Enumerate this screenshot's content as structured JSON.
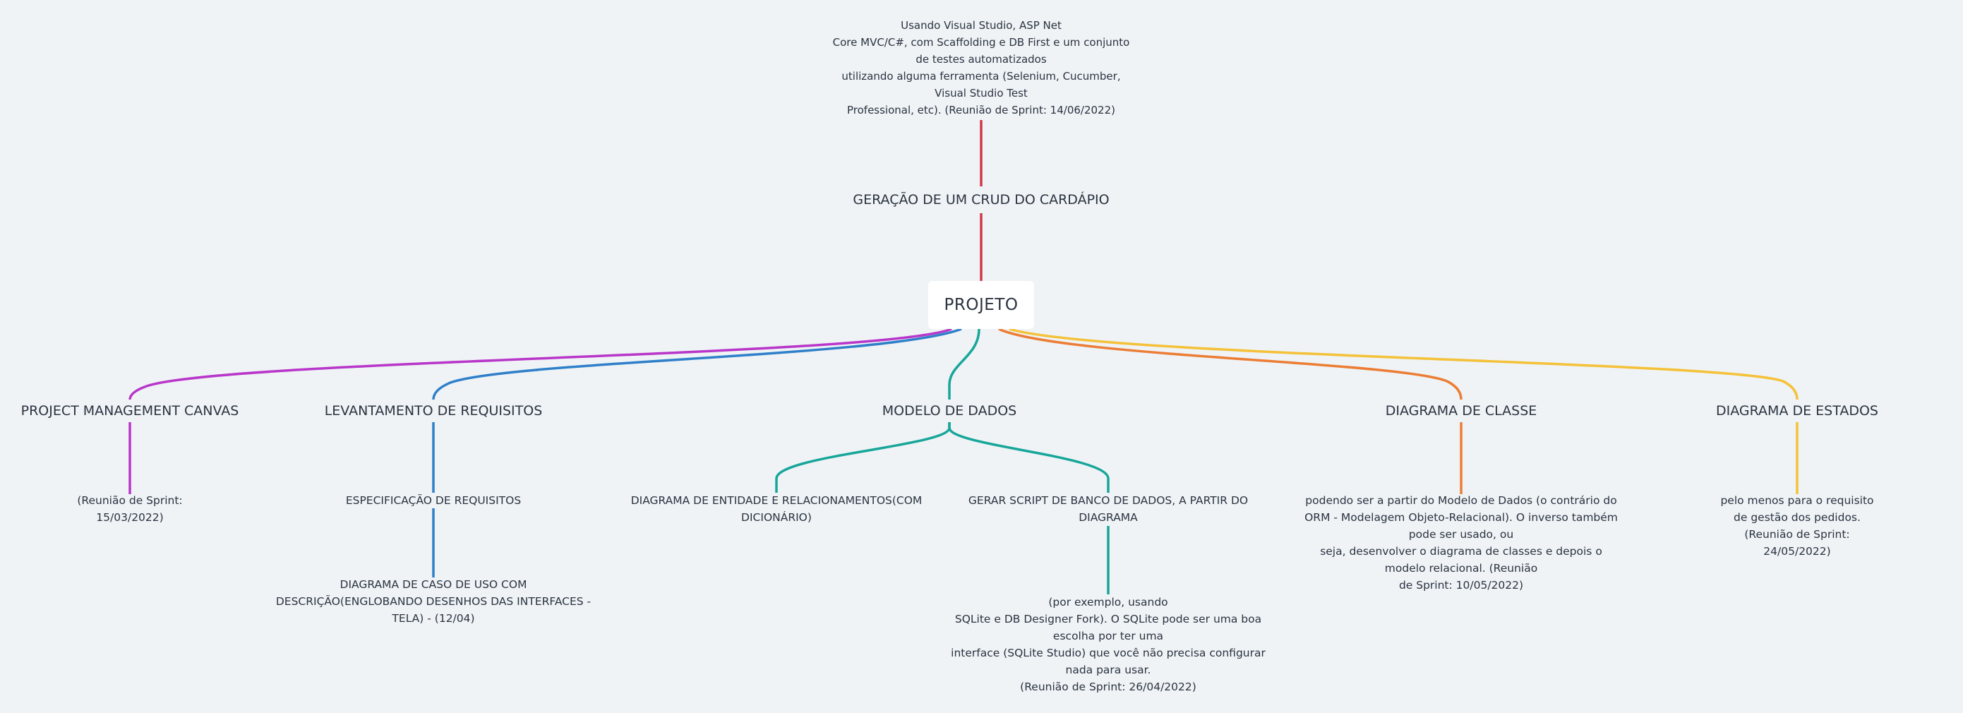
{
  "root": {
    "label": "PROJETO"
  },
  "top_branch": {
    "topic": "GERAÇÃO DE UM CRUD DO CARDÁPIO",
    "note": "Usando Visual Studio, ASP Net\nCore MVC/C#, com Scaffolding e DB First e um conjunto\nde testes automatizados\nutilizando alguma ferramenta (Selenium, Cucumber,\nVisual Studio Test\nProfessional, etc). (Reunião de Sprint: 14/06/2022)",
    "color": "#d0374a"
  },
  "branches": [
    {
      "topic": "PROJECT MANAGEMENT CANVAS",
      "color": "#b836c9",
      "children": [
        {
          "text": "(Reunião de Sprint:\n15/03/2022)"
        }
      ]
    },
    {
      "topic": "LEVANTAMENTO DE REQUISITOS",
      "color": "#2f80c9",
      "children": [
        {
          "text": "ESPECIFICAÇÃO DE REQUISITOS"
        },
        {
          "text": "DIAGRAMA DE CASO DE USO COM\nDESCRIÇÃO(ENGLOBANDO DESENHOS DAS INTERFACES -\nTELA) - (12/04)"
        }
      ]
    },
    {
      "topic": "MODELO DE DADOS",
      "color": "#17a699",
      "children": [
        {
          "text": "DIAGRAMA DE ENTIDADE E RELACIONAMENTOS(COM\nDICIONÁRIO)"
        },
        {
          "text": "GERAR SCRIPT DE BANCO DE DADOS, A PARTIR DO\nDIAGRAMA"
        },
        {
          "text": "(por exemplo, usando\nSQLite e DB Designer Fork). O SQLite pode ser uma boa\nescolha por ter uma\ninterface (SQLite Studio) que você não precisa configurar\nnada para usar.\n(Reunião de Sprint: 26/04/2022)"
        }
      ]
    },
    {
      "topic": "DIAGRAMA DE CLASSE",
      "color": "#ec7d35",
      "children": [
        {
          "text": "podendo ser a partir do Modelo de Dados (o contrário do\nORM - Modelagem Objeto-Relacional). O inverso também\npode ser usado, ou\nseja, desenvolver o diagrama de classes e depois o\nmodelo relacional. (Reunião\nde Sprint: 10/05/2022)"
        }
      ]
    },
    {
      "topic": "DIAGRAMA DE ESTADOS",
      "color": "#f4c138",
      "children": [
        {
          "text": "pelo menos para o requisito de gestão dos pedidos.\n(Reunião de Sprint: 24/05/2022)"
        }
      ]
    }
  ]
}
